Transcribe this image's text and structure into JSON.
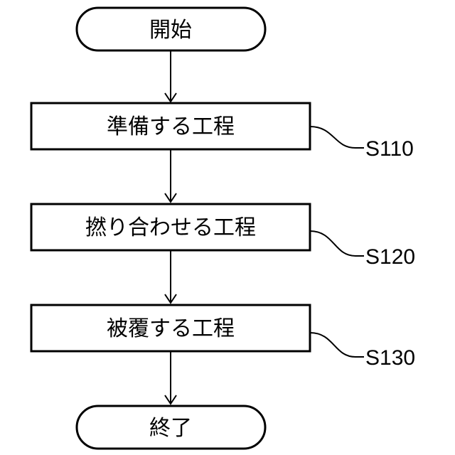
{
  "flowchart": {
    "start": "開始",
    "steps": [
      {
        "text": "準備する工程",
        "label": "S110"
      },
      {
        "text": "撚り合わせる工程",
        "label": "S120"
      },
      {
        "text": "被覆する工程",
        "label": "S130"
      }
    ],
    "end": "終了"
  }
}
